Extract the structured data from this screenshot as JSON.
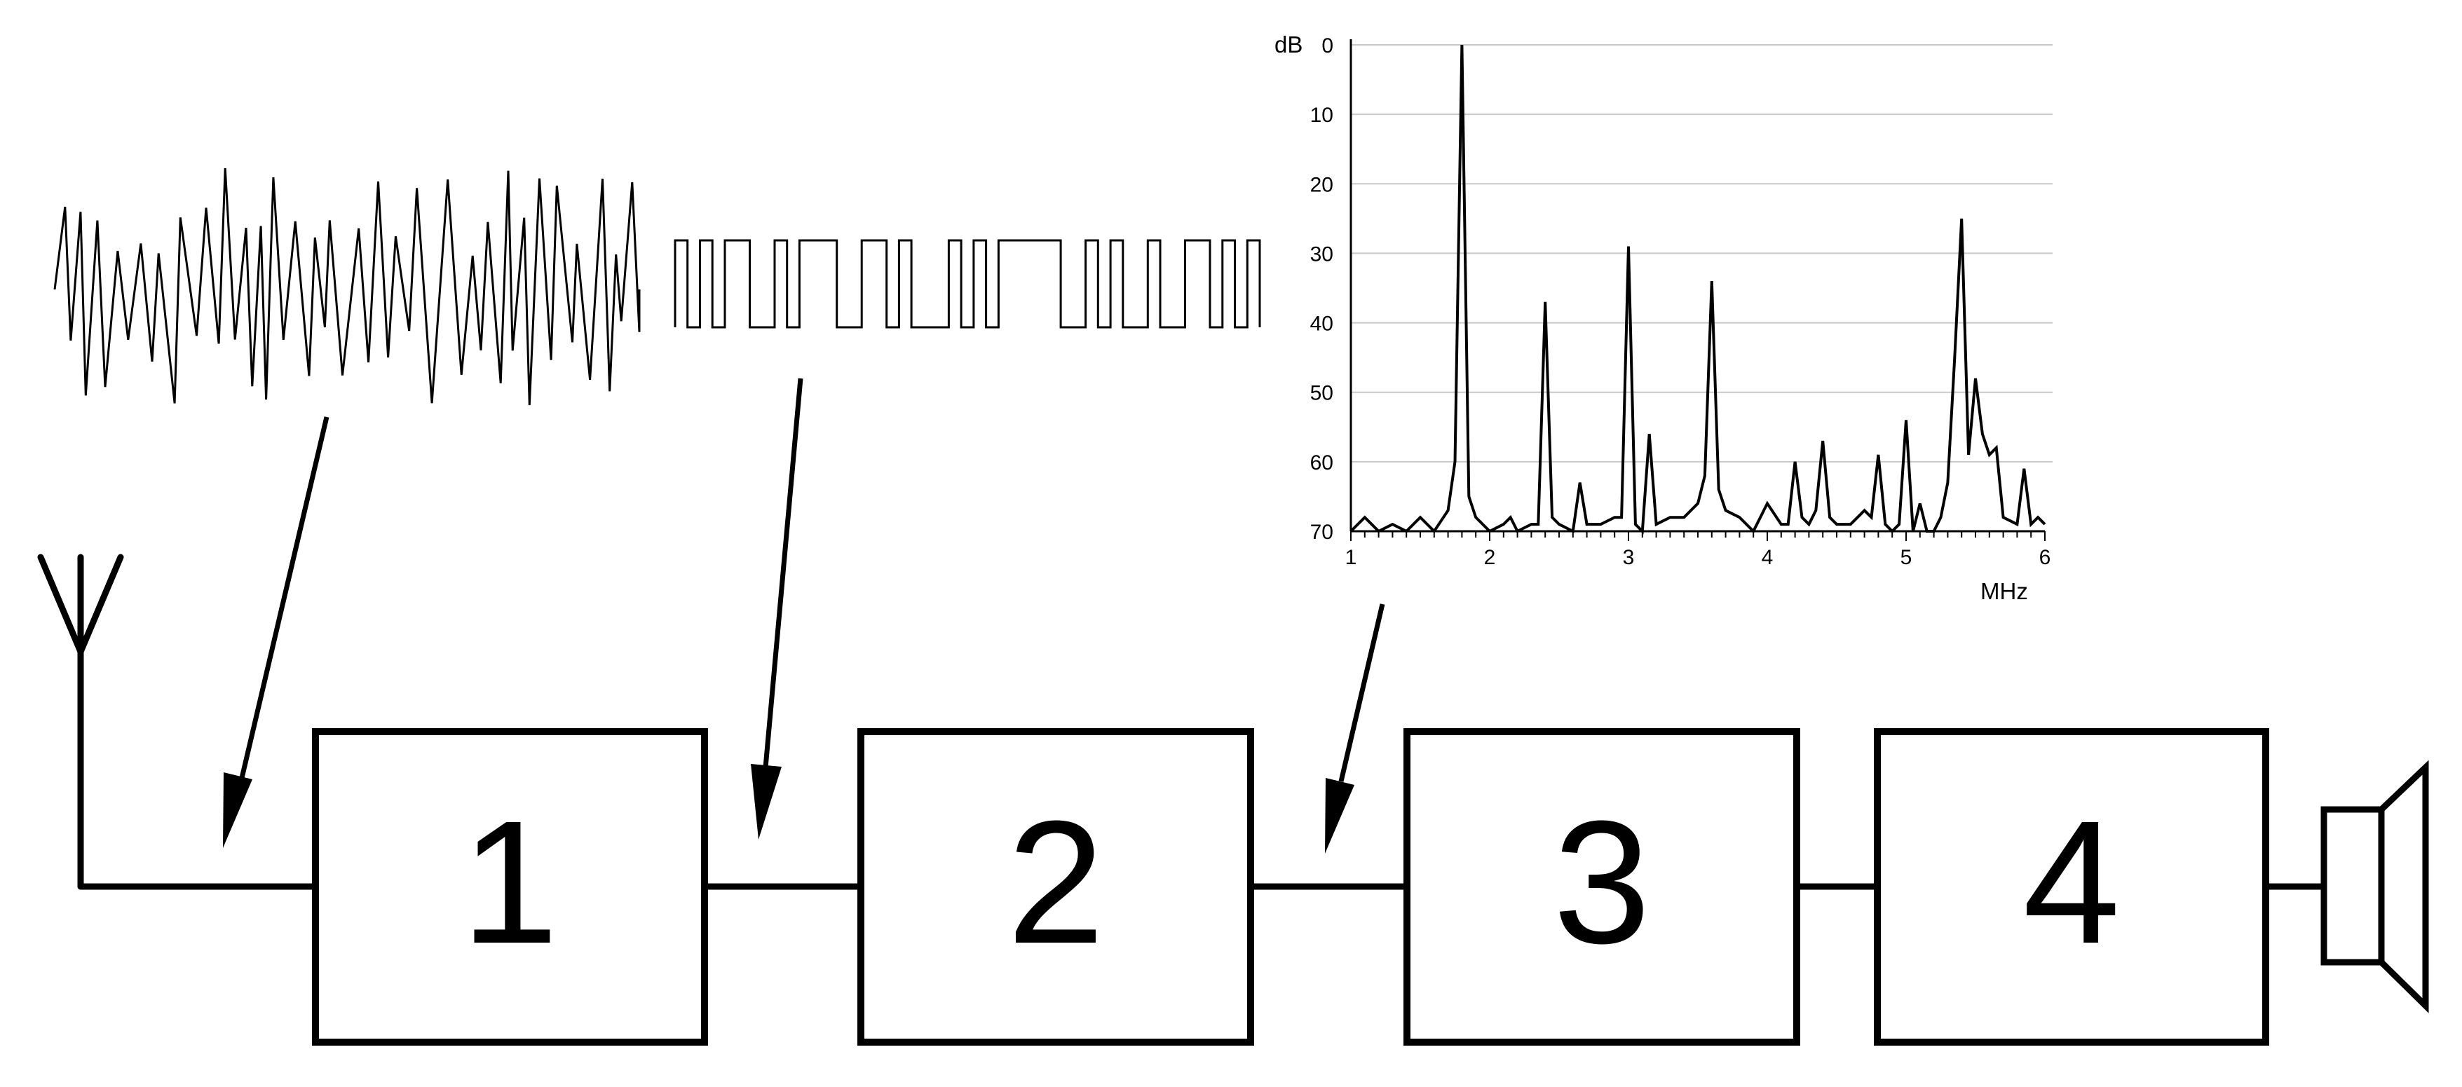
{
  "blocks": [
    {
      "label": "1"
    },
    {
      "label": "2"
    },
    {
      "label": "3"
    },
    {
      "label": "4"
    }
  ],
  "chart_data": {
    "type": "line",
    "xlabel": "MHz",
    "ylabel": "dB",
    "xlim": [
      1,
      6
    ],
    "ylim": [
      0,
      70
    ],
    "y_inverted": true,
    "grid": "horizontal",
    "x_ticks": [
      "1",
      "2",
      "3",
      "4",
      "5",
      "6"
    ],
    "y_ticks": [
      "0",
      "10",
      "20",
      "30",
      "40",
      "50",
      "60",
      "70"
    ],
    "series": [
      {
        "x": [
          1.0,
          1.1,
          1.2,
          1.3,
          1.4,
          1.5,
          1.6,
          1.7,
          1.75,
          1.8,
          1.85,
          1.9,
          2.0,
          2.1,
          2.15,
          2.2,
          2.3,
          2.35,
          2.4,
          2.45,
          2.5,
          2.6,
          2.65,
          2.7,
          2.8,
          2.9,
          2.95,
          3.0,
          3.05,
          3.1,
          3.15,
          3.2,
          3.3,
          3.4,
          3.5,
          3.55,
          3.6,
          3.65,
          3.7,
          3.8,
          3.9,
          4.0,
          4.1,
          4.15,
          4.2,
          4.25,
          4.3,
          4.35,
          4.4,
          4.45,
          4.5,
          4.6,
          4.7,
          4.75,
          4.8,
          4.85,
          4.9,
          4.95,
          5.0,
          5.05,
          5.1,
          5.15,
          5.2,
          5.25,
          5.3,
          5.35,
          5.4,
          5.45,
          5.5,
          5.55,
          5.6,
          5.65,
          5.7,
          5.8,
          5.85,
          5.9,
          5.95,
          6.0
        ],
        "y": [
          70,
          68,
          70,
          69,
          70,
          68,
          70,
          67,
          60,
          0,
          65,
          68,
          70,
          69,
          68,
          70,
          69,
          69,
          37,
          68,
          69,
          70,
          63,
          69,
          69,
          68,
          68,
          29,
          69,
          70,
          56,
          69,
          68,
          68,
          66,
          62,
          34,
          64,
          67,
          68,
          70,
          66,
          69,
          69,
          60,
          68,
          69,
          67,
          57,
          68,
          69,
          69,
          67,
          68,
          59,
          69,
          70,
          69,
          54,
          70,
          66,
          70,
          70,
          68,
          63,
          45,
          25,
          59,
          48,
          56,
          59,
          58,
          68,
          69,
          61,
          69,
          68,
          69
        ]
      }
    ]
  }
}
